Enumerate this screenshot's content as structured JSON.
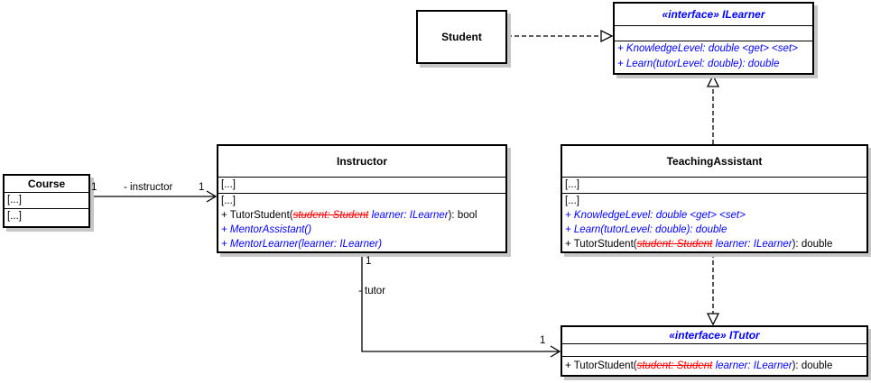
{
  "colors": {
    "background": "#ffffff",
    "box_border": "#000000",
    "box_shadow": "#c6c6c6",
    "interface_title_text": "#0000ff",
    "virtual_member_text": "#0000ff",
    "removed_param_text": "#ff0000",
    "plain_text": "#000000"
  },
  "classes": {
    "course": {
      "title": "Course",
      "attributes": [
        "[...]"
      ],
      "operations_collapsed": [
        "[...]"
      ]
    },
    "student": {
      "title": "Student"
    },
    "ilearner": {
      "title": "«interface» ILearner",
      "operations": [
        {
          "segments": [
            {
              "t": "+ KnowledgeLevel: double <get> <set>",
              "s": "virtual"
            }
          ]
        },
        {
          "segments": [
            {
              "t": "+ Learn(tutorLevel: double): double",
              "s": "virtual"
            }
          ]
        }
      ]
    },
    "instructor": {
      "title": "Instructor",
      "attributes": [
        "[...]"
      ],
      "operations": [
        {
          "segments": [
            {
              "t": "[...]",
              "s": "plain"
            }
          ]
        },
        {
          "segments": [
            {
              "t": "+ TutorStudent(",
              "s": "plain"
            },
            {
              "t": "student: Student",
              "s": "removed"
            },
            {
              "t": " ",
              "s": "plain"
            },
            {
              "t": "learner: ILearner",
              "s": "virtual"
            },
            {
              "t": "): bool",
              "s": "plain"
            }
          ]
        },
        {
          "segments": [
            {
              "t": "+ MentorAssistant()",
              "s": "virtual"
            }
          ]
        },
        {
          "segments": [
            {
              "t": "+ MentorLearner(learner: ILearner)",
              "s": "virtual"
            }
          ]
        }
      ]
    },
    "teaching_assistant": {
      "title": "TeachingAssistant",
      "attributes": [
        "[...]"
      ],
      "operations": [
        {
          "segments": [
            {
              "t": "[...]",
              "s": "plain"
            }
          ]
        },
        {
          "segments": [
            {
              "t": "+ KnowledgeLevel: double <get> <set>",
              "s": "virtual"
            }
          ]
        },
        {
          "segments": [
            {
              "t": "+ Learn(tutorLevel: double): double",
              "s": "virtual"
            }
          ]
        },
        {
          "segments": [
            {
              "t": "+ TutorStudent(",
              "s": "plain"
            },
            {
              "t": "student: Student",
              "s": "removed"
            },
            {
              "t": " ",
              "s": "plain"
            },
            {
              "t": "learner: ILearner",
              "s": "virtual"
            },
            {
              "t": "): double",
              "s": "plain"
            }
          ]
        }
      ]
    },
    "itutor": {
      "title": "«interface» ITutor",
      "operations": [
        {
          "segments": [
            {
              "t": "+ TutorStudent(",
              "s": "plain"
            },
            {
              "t": "student: Student",
              "s": "removed"
            },
            {
              "t": " ",
              "s": "plain"
            },
            {
              "t": "learner: ILearner",
              "s": "virtual"
            },
            {
              "t": "): double",
              "s": "plain"
            }
          ]
        }
      ]
    }
  },
  "associations": {
    "course_instructor": {
      "source_multiplicity": "1",
      "role": "- instructor",
      "target_multiplicity": "1"
    },
    "instructor_itutor": {
      "source_multiplicity": "1",
      "role": "- tutor",
      "target_multiplicity": "1"
    }
  }
}
